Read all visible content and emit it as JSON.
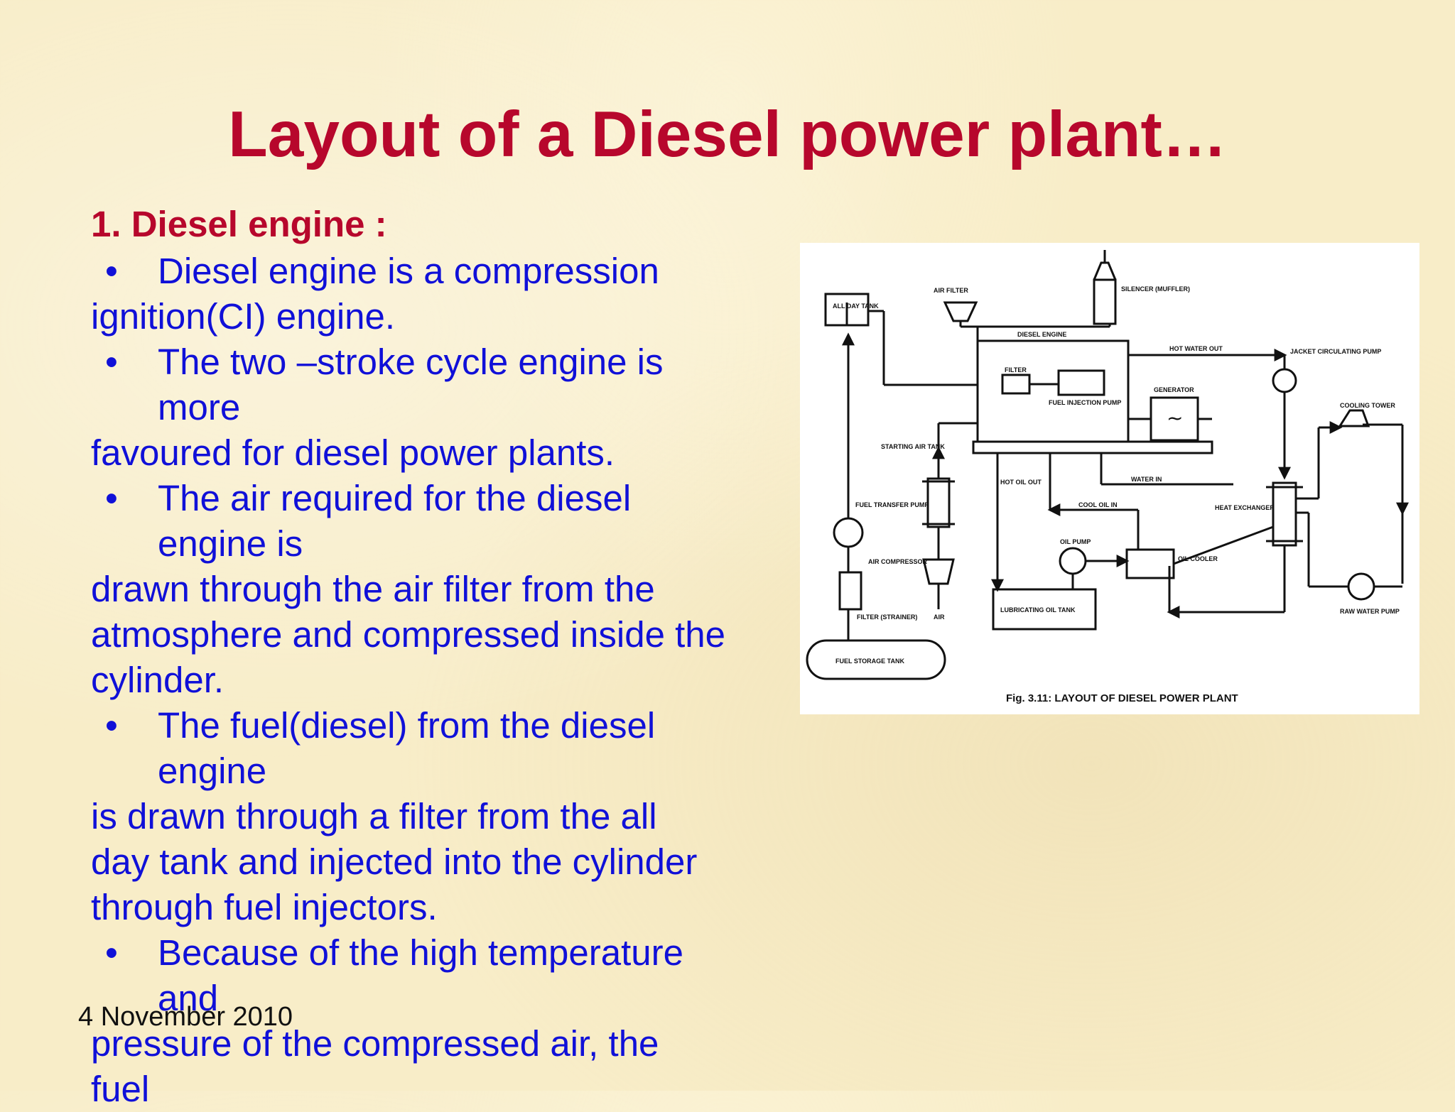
{
  "slide": {
    "title": "Layout of a Diesel power plant…",
    "section_heading": "1. Diesel engine :",
    "bullet_char": "•",
    "lines": [
      {
        "type": "bullet",
        "text": "Diesel engine is a compression"
      },
      {
        "type": "plain",
        "text": "ignition(CI) engine."
      },
      {
        "type": "bullet",
        "text": "The two –stroke cycle engine is"
      },
      {
        "type": "cont",
        "text": "more"
      },
      {
        "type": "plain",
        "text": "favoured for diesel power plants."
      },
      {
        "type": "bullet",
        "text": "The air required for the diesel"
      },
      {
        "type": "cont",
        "text": "engine is"
      },
      {
        "type": "plain",
        "text": "drawn through the air filter from the"
      },
      {
        "type": "plain",
        "text": "atmosphere and compressed inside the"
      },
      {
        "type": "plain",
        "text": "cylinder."
      },
      {
        "type": "bullet",
        "text": "The fuel(diesel) from the diesel"
      },
      {
        "type": "cont",
        "text": "engine"
      },
      {
        "type": "plain",
        "text": "is drawn through a filter from the all"
      },
      {
        "type": "plain",
        "text": "day tank and injected into the cylinder"
      },
      {
        "type": "plain",
        "text": "through fuel injectors."
      },
      {
        "type": "bullet",
        "text": "Because of the high temperature"
      },
      {
        "type": "cont",
        "text": "and"
      },
      {
        "type": "plain",
        "text": "pressure of the compressed air, the"
      },
      {
        "type": "plain",
        "text": "fuel"
      }
    ],
    "date": "4 November 2010"
  },
  "figure": {
    "caption": "Fig. 3.11: LAYOUT OF DIESEL POWER PLANT",
    "labels": {
      "all_day_tank": "ALL DAY TANK",
      "air_filter": "AIR FILTER",
      "silencer": "SILENCER (MUFFLER)",
      "diesel_engine": "DIESEL ENGINE",
      "hot_water_out": "HOT WATER OUT",
      "jacket_pump": "JACKET CIRCULATING PUMP",
      "filter": "FILTER",
      "fuel_injection_pump": "FUEL INJECTION PUMP",
      "generator": "GENERATOR",
      "cooling_tower": "COOLING TOWER",
      "starting_air_tank": "STARTING AIR TANK",
      "water_in": "WATER IN",
      "hot_oil_out": "HOT OIL OUT",
      "cool_oil_in": "COOL OIL IN",
      "heat_exchanger": "HEAT EXCHANGER",
      "fuel_transfer_pump": "FUEL TRANSFER PUMP",
      "oil_pump": "OIL PUMP",
      "air_compressor": "AIR COMPRESSOR",
      "oil_cooler": "OIL COOLER",
      "filter_strainer": "FILTER (STRAINER)",
      "air": "AIR",
      "lubricating_oil_tank": "LUBRICATING OIL TANK",
      "raw_water_pump": "RAW WATER PUMP",
      "fuel_storage_tank": "FUEL STORAGE TANK",
      "generator_symbol": "~"
    }
  },
  "colors": {
    "title": "#b7072c",
    "body_text": "#1010d8",
    "background": "#f8edc8"
  }
}
